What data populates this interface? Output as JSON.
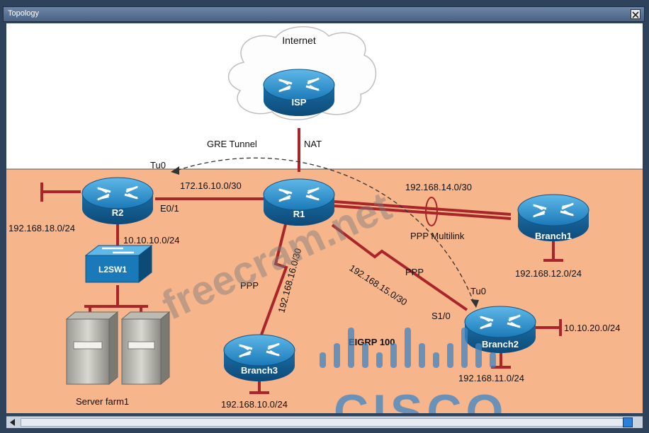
{
  "window": {
    "title": "Topology"
  },
  "cloud_label": "Internet",
  "devices": {
    "isp": "ISP",
    "r1": "R1",
    "r2": "R2",
    "branch1": "Branch1",
    "branch2": "Branch2",
    "branch3": "Branch3",
    "l2sw1": "L2SW1"
  },
  "labels": {
    "gre_tunnel": "GRE Tunnel",
    "nat": "NAT",
    "tu0_r2": "Tu0",
    "tu0_branch2": "Tu0",
    "net_r1_r2": "172.16.10.0/30",
    "e01": "E0/1",
    "net_r2_lan": "192.168.18.0/24",
    "net_r2_sw": "10.10.10.0/24",
    "net_r1_b1": "192.168.14.0/30",
    "ppp_multilink": "PPP Multilink",
    "net_b1_lan": "192.168.12.0/24",
    "ppp_b3": "PPP",
    "net_r1_b3": "192.168.16.0/30",
    "ppp_b2": "PPP",
    "net_r1_b2": "192.168.15.0/30",
    "s10": "S1/0",
    "eigrp": "EIGRP 100",
    "net_b2_lan1": "10.10.20.0/24",
    "net_b2_lan2": "192.168.11.0/24",
    "net_b3_lan": "192.168.10.0/24",
    "server_farm": "Server farm1"
  },
  "watermarks": {
    "text": "freecram.net",
    "logo": "CISCO"
  },
  "colors": {
    "link": "#a8262a",
    "zone": "#f7b58c",
    "router": "#1d7fbf"
  }
}
